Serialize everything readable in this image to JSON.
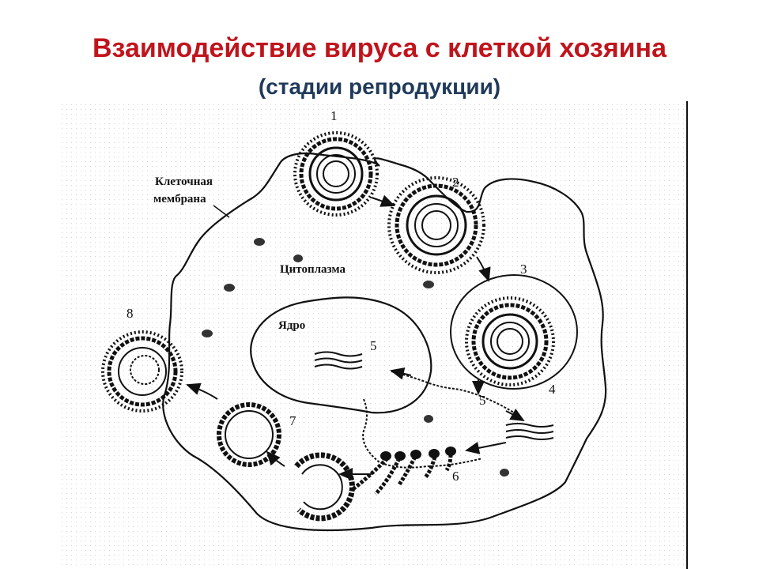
{
  "slide": {
    "title": "Взаимодействие вируса с клеткой хозяина",
    "subtitle": "(стадии репродукции)"
  },
  "diagram": {
    "labels": {
      "membrane_line1": "Клеточная",
      "membrane_line2": "мембрана",
      "cytoplasm": "Цитоплазма",
      "nucleus": "Ядро"
    },
    "stages": [
      "1",
      "2",
      "3",
      "4",
      "5",
      "5",
      "6",
      "7",
      "8"
    ]
  }
}
